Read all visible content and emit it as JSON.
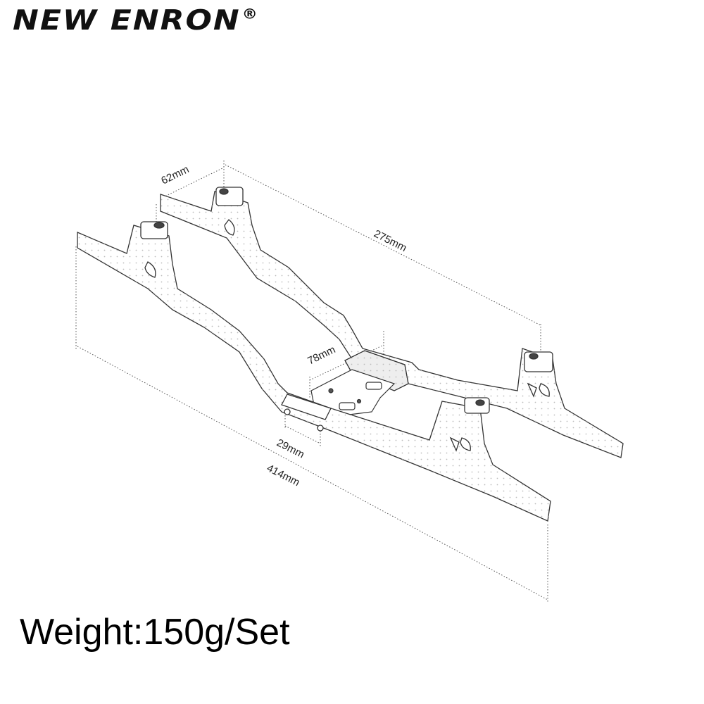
{
  "brand": {
    "name": "NEW ENRON",
    "registered": "®"
  },
  "dimensions": {
    "width_top": "62mm",
    "length_wheelbase": "275mm",
    "skid_width": "78mm",
    "rail_height": "29mm",
    "overall_length": "414mm"
  },
  "weight_text": "Weight:150g/Set",
  "colors": {
    "line": "#333333",
    "dim": "#555555",
    "text": "#000000"
  }
}
